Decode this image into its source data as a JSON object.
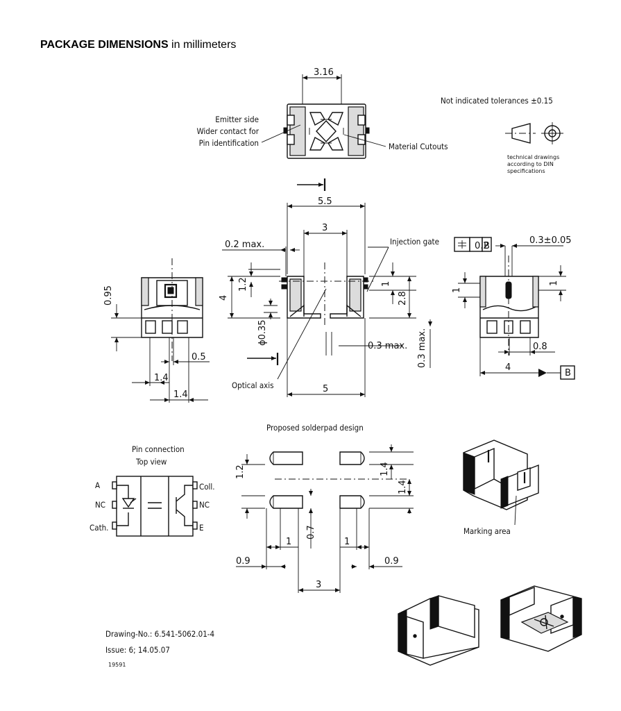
{
  "title": {
    "bold": "PACKAGE DIMENSIONS",
    "rest": " in millimeters"
  },
  "tolerance_note": "Not indicated tolerances ±0.15",
  "din_note": [
    "technical drawings",
    "according to DIN",
    "specifications"
  ],
  "labels": {
    "emitter_side": [
      "Emitter side",
      "Wider contact for",
      "Pin identification"
    ],
    "material_cutouts": "Material Cutouts",
    "injection_gate": "Injection gate",
    "optical_axis": "Optical axis",
    "proposed_solderpad": "Proposed solderpad design",
    "pin_connection": [
      "Pin connection",
      "Top view"
    ],
    "pins_left": [
      "A",
      "NC",
      "Cath."
    ],
    "pins_right": [
      "Coll.",
      "NC",
      "E"
    ],
    "marking_area": "Marking area",
    "datum_b": "B",
    "tol_frame": "0.2",
    "tol_ref": "B"
  },
  "dimensions": {
    "top_width": "3.16",
    "front_width": "5.5",
    "gap": "3",
    "max_02": "0.2 max.",
    "h_4": "4",
    "h_12": "1.2",
    "h_1_right": "1",
    "h_28": "2.8",
    "dia_035": "ϕ0.35",
    "max_03_h": "0.3 max.",
    "max_03_v": "0.3 max.",
    "bottom_5": "5",
    "side_095": "0.95",
    "side_05": "0.5",
    "side_14a": "1.4",
    "side_14b": "1.4",
    "r_03": "0.3±0.05",
    "r_1a": "1",
    "r_1b": "1",
    "r_08": "0.8",
    "r_4": "4",
    "pad_12": "1.2",
    "pad_14a": "1.4",
    "pad_14b": "1.4",
    "pad_07": "0.7",
    "pad_1a": "1",
    "pad_1b": "1",
    "pad_09a": "0.9",
    "pad_09b": "0.9",
    "pad_3": "3"
  },
  "footer": {
    "drawing_no": "Drawing-No.: 6.541-5062.01-4",
    "issue": "Issue: 6;  14.05.07",
    "code": "19591"
  }
}
